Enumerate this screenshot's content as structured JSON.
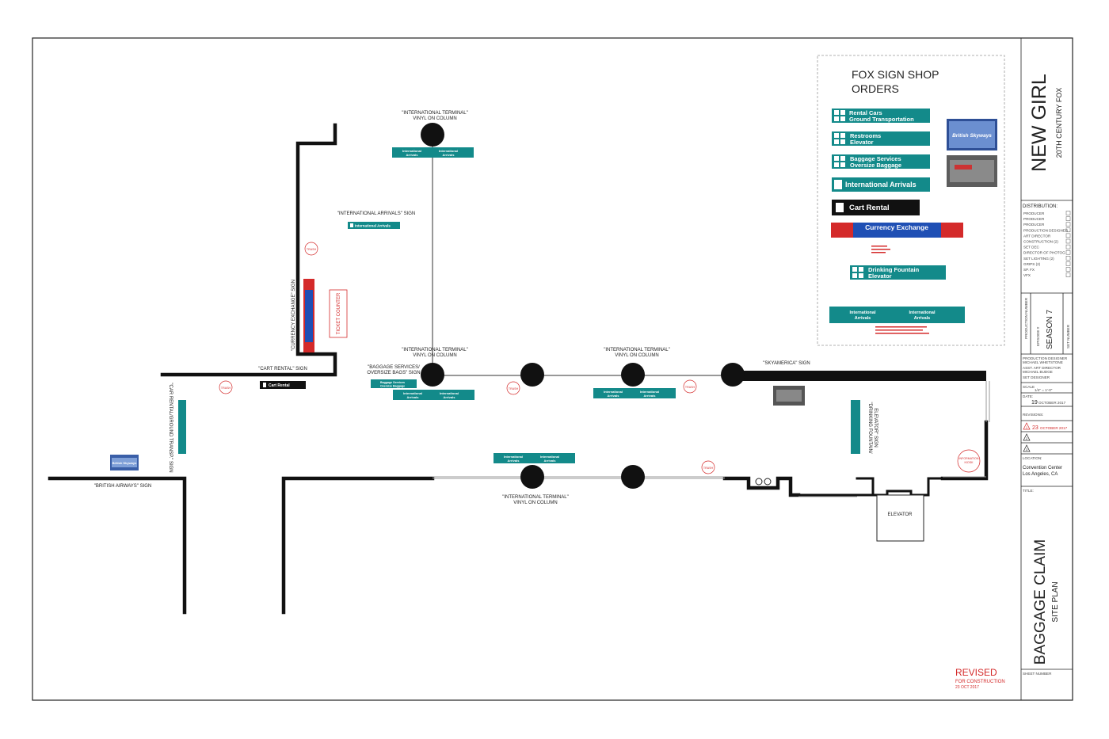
{
  "labels": {
    "intl_terminal_top": [
      "\"INTERNATIONAL TERMINAL\"",
      "VINYL ON COLUMN"
    ],
    "intl_terminal_mid1": [
      "\"INTERNATIONAL TERMINAL\"",
      "VINYL ON COLUMN"
    ],
    "intl_terminal_mid2": [
      "\"INTERNATIONAL TERMINAL\"",
      "VINYL ON COLUMN"
    ],
    "intl_terminal_bottom": [
      "\"INTERNATIONAL TERMINAL\"",
      "VINYL ON COLUMN"
    ],
    "intl_arrivals_sign": "\"INTERNATIONAL ARRIVALS\" SIGN",
    "currency_exchange_sign": "\"CURRENCY EXCHANGE\" SIGN",
    "ticket_counter": "TICKET COUNTER",
    "cart_rental_sign": "\"CART RENTAL\" SIGN",
    "car_rental_sign": "\"CAR RENTAL/GROUND TRANSP.\" SIGN",
    "baggage_sign": [
      "\"BAGGAGE SERVICES/",
      "OVERSIZE BAGS\" SIGN"
    ],
    "skyamerica_sign": "\"SKYAMERICA\" SIGN",
    "drinking_fountain_sign": [
      "\"DRINKING FOUNTAIN/",
      "ELEVATOR\" SIGN"
    ],
    "british_airways_sign": "\"BRITISH AIRWAYS\" SIGN",
    "elevator": "ELEVATOR",
    "info_kiosk": [
      "INFORMATION",
      "KIOSK"
    ],
    "trash": "TRASH"
  },
  "map_signs": {
    "intl_arrivals_small": "International Arrivals",
    "intl_panel_left": [
      "International",
      "Arrivals"
    ],
    "intl_panel_right": [
      "International",
      "Arrivals"
    ],
    "cart_rental": "Cart Rental",
    "baggage": [
      "Baggage Services",
      "Oversize Baggage"
    ],
    "british_skyways": "British Skyways"
  },
  "orders": {
    "title": [
      "FOX SIGN SHOP",
      "ORDERS"
    ],
    "rental": [
      "Rental Cars",
      "Ground Transportation"
    ],
    "restrooms": [
      "Restrooms",
      "Elevator"
    ],
    "baggage": [
      "Baggage Services",
      "Oversize Baggage"
    ],
    "intl_arrivals": "International Arrivals",
    "cart_rental": "Cart Rental",
    "currency": "Currency Exchange",
    "drinking": [
      "Drinking Fountain",
      "Elevator"
    ],
    "intl_panel": [
      "International",
      "Arrivals"
    ],
    "british_skyways": "British Skyways"
  },
  "revised": {
    "title": "REVISED",
    "line1": "FOR CONSTRUCTION",
    "line2": "23 OCT 2017"
  },
  "title_block": {
    "show": "NEW GIRL",
    "studio": "20TH CENTURY FOX",
    "distribution_label": "DISTRIBUTION:",
    "distribution": [
      "PRODUCER",
      "PRODUCER",
      "PRODUCER",
      "PRODUCTION DESIGNER",
      "ART DIRECTOR",
      "CONSTRUCTION (2)",
      "SET DEC",
      "DIRECTOR OF PHOTOG",
      "SET LIGHTING (2)",
      "GRIPS (2)",
      "SP. FX",
      "VFX"
    ],
    "production_number": "PRODUCTION NUMBER",
    "episode": "EPISODE #",
    "season": "SEASON 7",
    "set_number": "SET NUMBER",
    "credits": [
      "PRODUCTION DESIGNER",
      "MICHAEL WHETSTONE",
      "ASST. ART DIRECTOR",
      "MICHAEL BUDGE",
      "SET DESIGNER"
    ],
    "scale_label": "SCALE",
    "scale": "1/4\" = 1'-0\"",
    "date_label": "DATE:",
    "date_day": "19",
    "date_rest": "OCTOBER 2017",
    "revisions_label": "REVISIONS:",
    "revision_day": "23",
    "revision_rest": "OCTOBER 2017",
    "rev_marks": [
      "1",
      "2",
      "3"
    ],
    "location_label": "LOCATION:",
    "location": [
      "Convention Center",
      "Los Angeles, CA"
    ],
    "title_label": "TITLE:",
    "sheet_title": "BAGGAGE CLAIM",
    "sheet_subtitle": "SITE PLAN",
    "sheet_number": "SHEET NUMBER"
  },
  "colors": {
    "teal": "#138a8a",
    "red": "#d42a2a",
    "blue": "#1f4fb4",
    "black": "#111111"
  }
}
